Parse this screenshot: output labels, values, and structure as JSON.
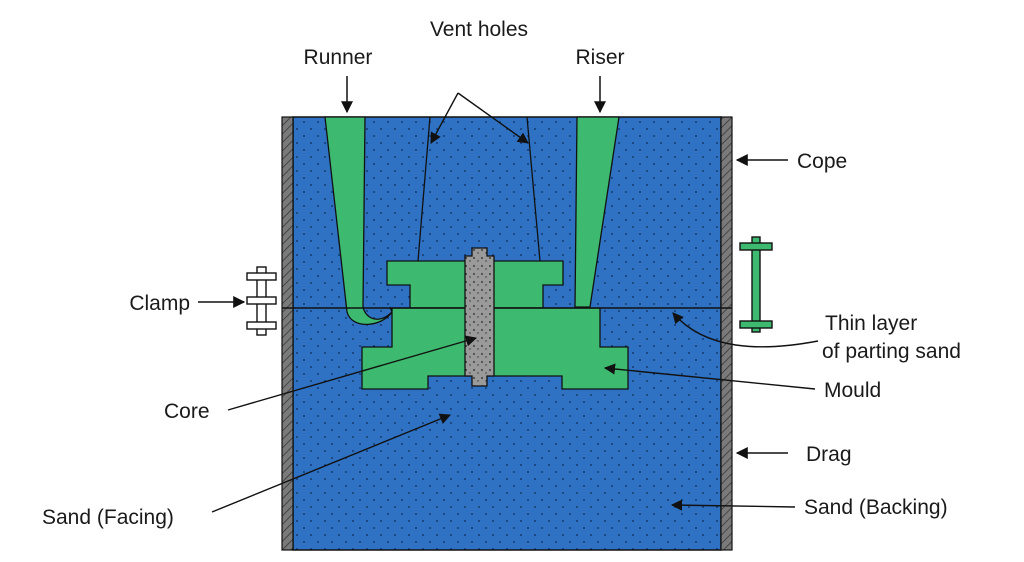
{
  "labels": {
    "vent_holes": "Vent holes",
    "runner": "Runner",
    "riser": "Riser",
    "cope": "Cope",
    "clamp": "Clamp",
    "thin_layer_line1": "Thin layer",
    "thin_layer_line2": "of parting sand",
    "mould": "Mould",
    "core": "Core",
    "drag": "Drag",
    "sand_facing": "Sand (Facing)",
    "sand_backing": "Sand (Backing)"
  },
  "colors": {
    "sand": "#2f72c4",
    "sand_dots": "#0f2a55",
    "mould": "#3dba6f",
    "core": "#9a9a9a",
    "flask_wall": "#7a7a7a",
    "right_clamp": "#3dba6f",
    "left_clamp": "#ffffff",
    "line": "#111111"
  },
  "icons": {
    "left_clamp": "clamp-outline-icon",
    "right_clamp": "clamp-green-icon"
  }
}
